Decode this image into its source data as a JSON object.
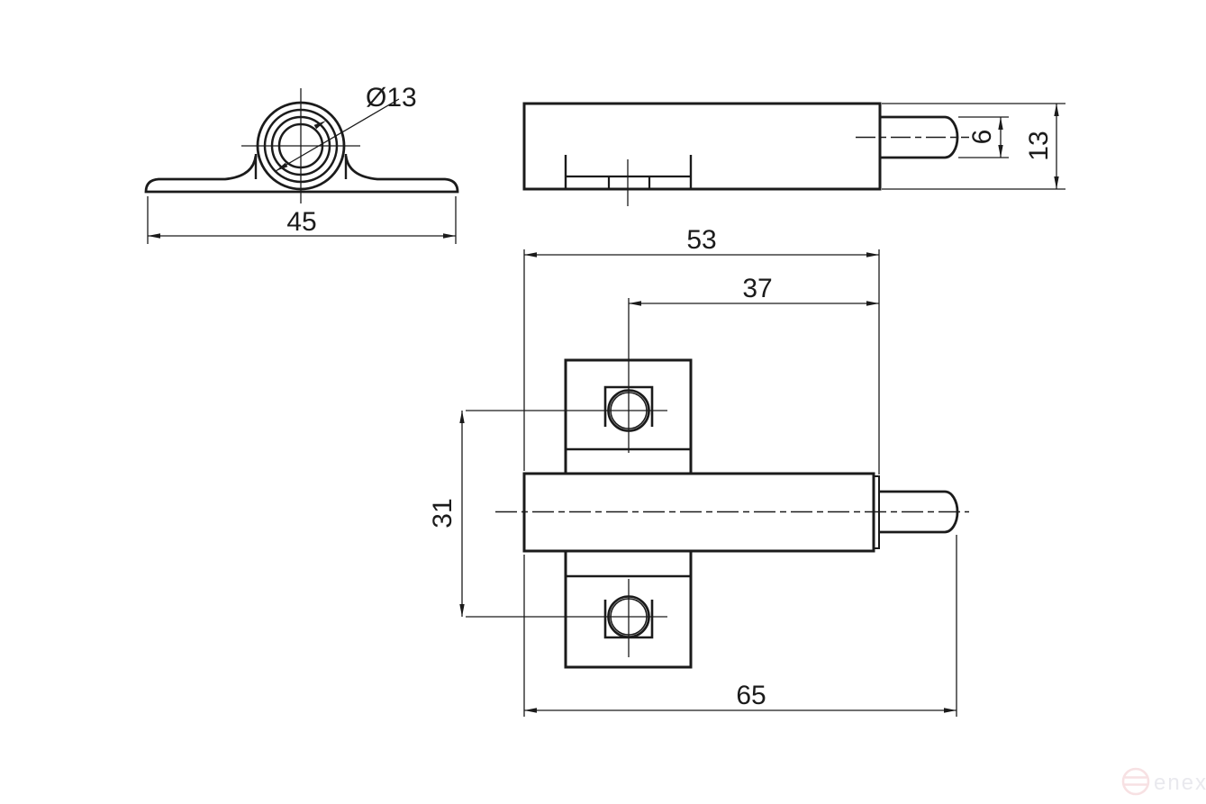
{
  "drawing": {
    "type": "engineering-orthographic-drawing",
    "part": "push-latch damper with mounting flanges and spring pin",
    "front_view": {
      "boss_diameter_label": "Ø13",
      "base_width_label": "45"
    },
    "side_view": {
      "pin_diameter_label": "6",
      "body_height_label": "13"
    },
    "plan_view": {
      "body_length_label": "53",
      "hole_center_to_end_label": "37",
      "hole_spacing_label": "31",
      "overall_length_label": "65"
    }
  },
  "watermark": {
    "brand": "enex"
  },
  "colors": {
    "line": "#1b1b1b",
    "background": "#ffffff",
    "watermark_text": "#e9e9ee",
    "watermark_logo": "#f2c9cd"
  }
}
